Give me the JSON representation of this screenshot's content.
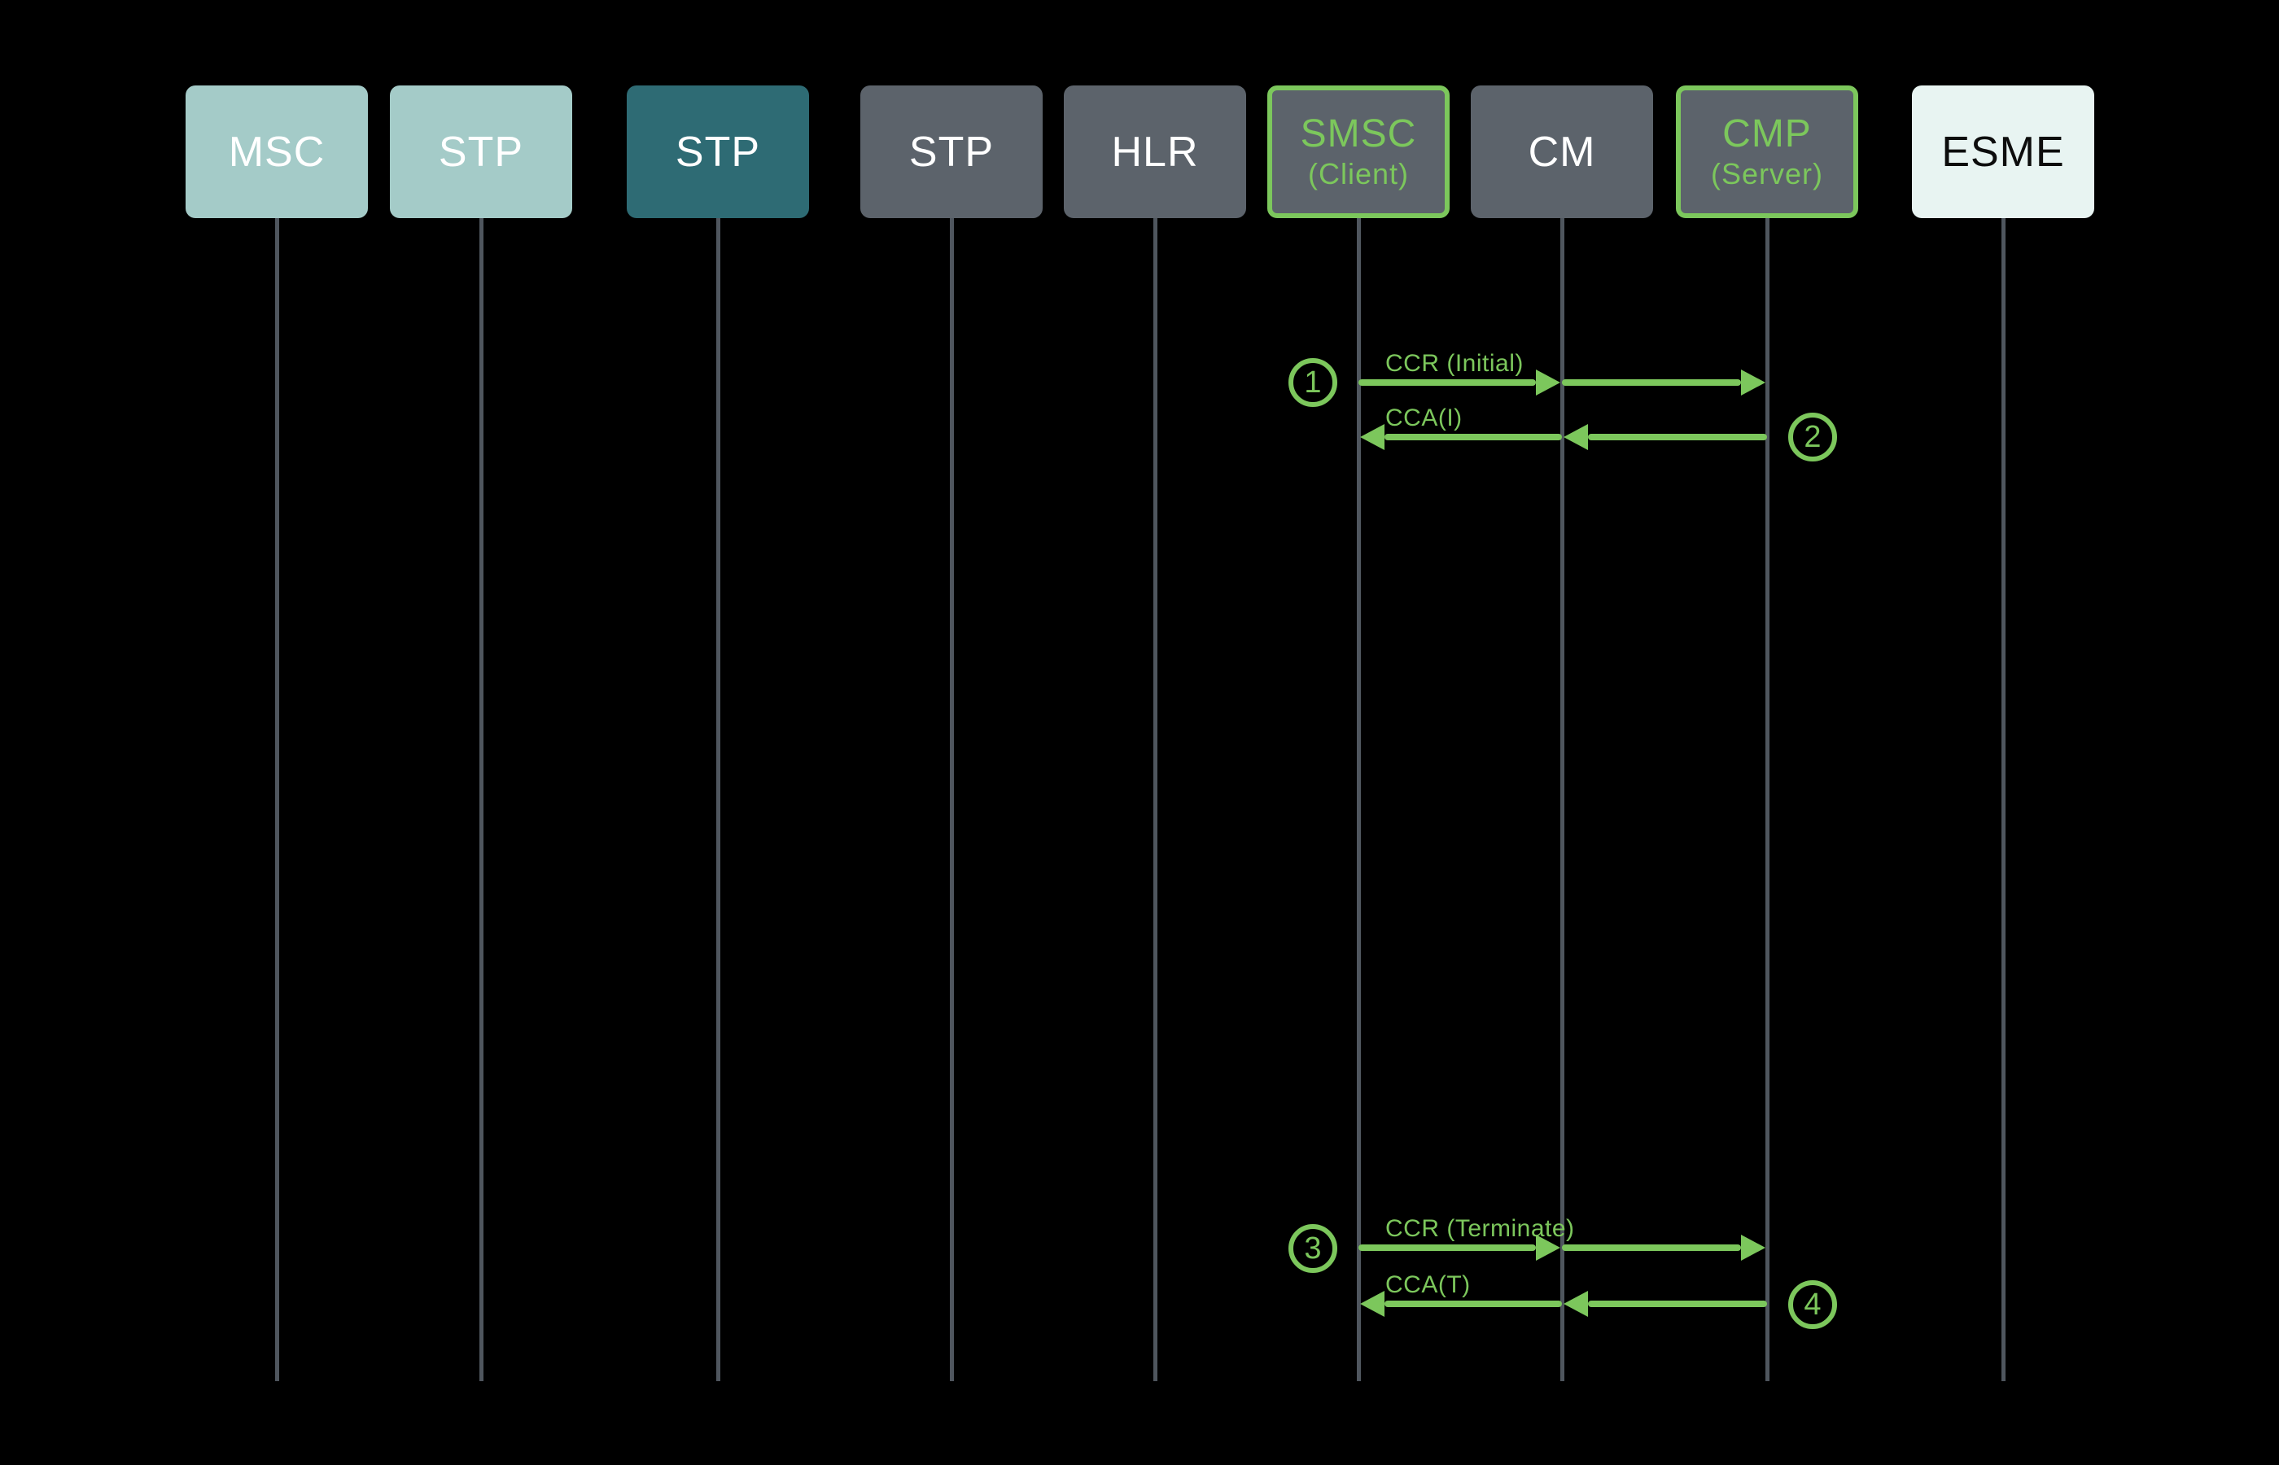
{
  "diagram_type": "sequence-diagram",
  "background": "#000000",
  "actors": [
    {
      "label": "MSC",
      "style": "teal-light"
    },
    {
      "label": "STP",
      "style": "teal-light"
    },
    {
      "label": "STP",
      "style": "teal-dark"
    },
    {
      "label": "STP",
      "style": "gray"
    },
    {
      "label": "HLR",
      "style": "gray"
    },
    {
      "label": "SMSC",
      "sublabel": "(Client)",
      "style": "gray-green"
    },
    {
      "label": "CM",
      "style": "gray"
    },
    {
      "label": "CMP",
      "sublabel": "(Server)",
      "style": "gray-green"
    },
    {
      "label": "ESME",
      "style": "light"
    }
  ],
  "messages": [
    {
      "step": "1",
      "label": "CCR (Initial)",
      "from": "SMSC (Client)",
      "to": "CMP (Server)",
      "via": "CM",
      "direction": "right"
    },
    {
      "step": "2",
      "label": "CCA(I)",
      "from": "CMP (Server)",
      "to": "SMSC (Client)",
      "via": "CM",
      "direction": "left"
    },
    {
      "step": "3",
      "label": "CCR (Terminate)",
      "from": "SMSC (Client)",
      "to": "CMP (Server)",
      "via": "CM",
      "direction": "right"
    },
    {
      "step": "4",
      "label": "CCA(T)",
      "from": "CMP (Server)",
      "to": "SMSC (Client)",
      "via": "CM",
      "direction": "left"
    }
  ],
  "colors": {
    "arrow_green": "#7cc75c",
    "box_gray": "#5c636b",
    "teal_light": "#a4cbc8",
    "teal_dark": "#2e6b74",
    "esme_box": "#e8f4f2",
    "lifeline_gray": "#4f565e",
    "background": "#000000"
  }
}
